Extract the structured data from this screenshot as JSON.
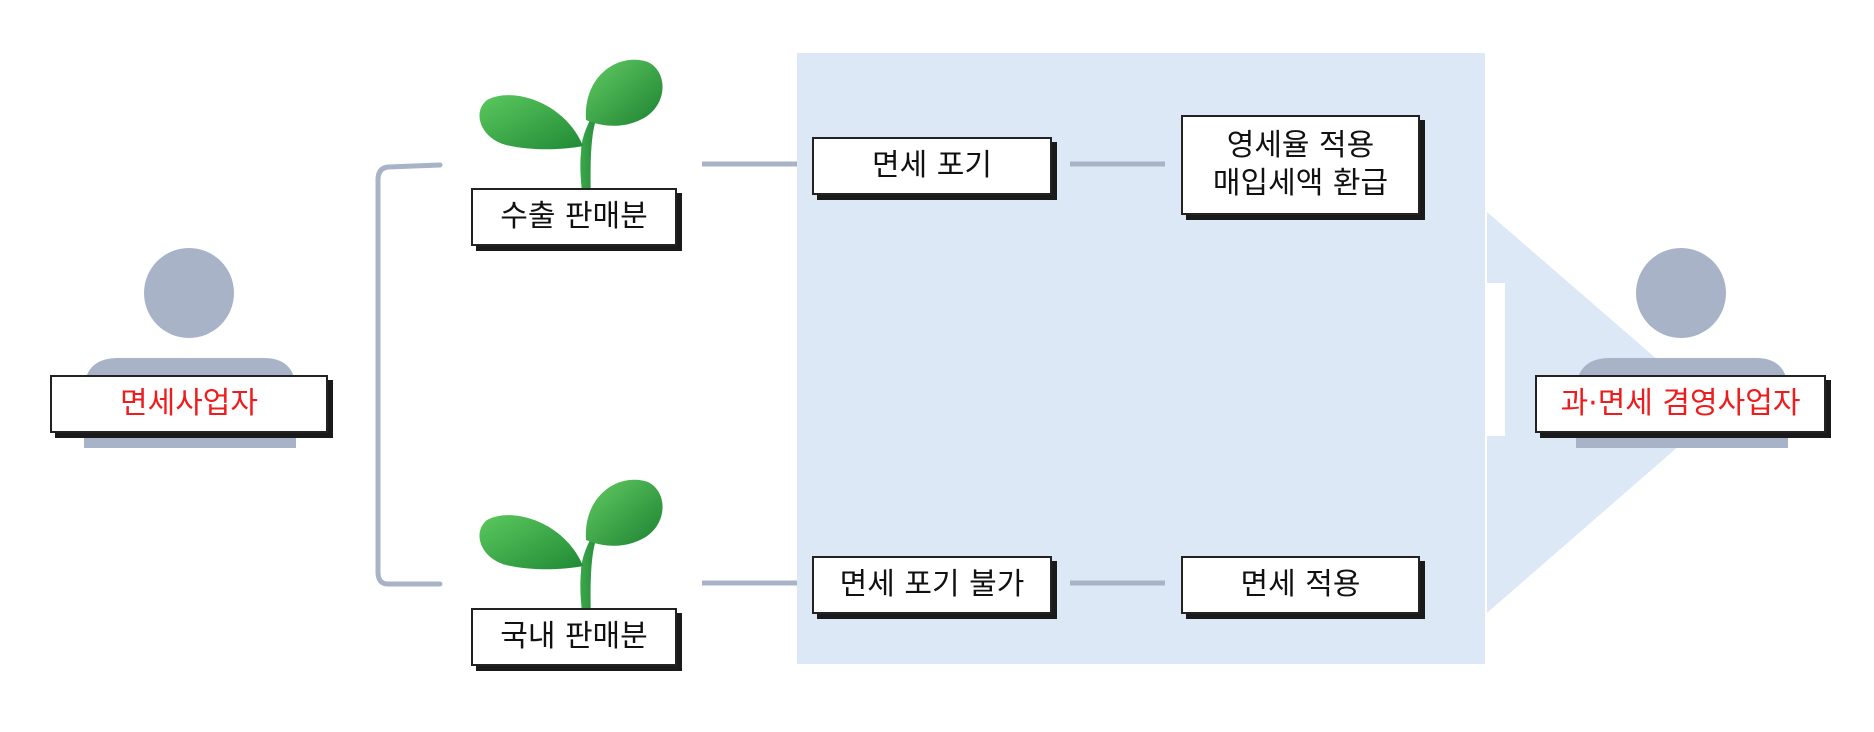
{
  "left_person": {
    "label": "면세사업자"
  },
  "right_person": {
    "label": "과·면세 겸영사업자"
  },
  "branches": {
    "export": {
      "category": "수출 판매분",
      "option": "면세 포기",
      "result_lines": [
        "영세율 적용",
        "매입세액 환급"
      ]
    },
    "domestic": {
      "category": "국내 판매분",
      "option": "면세 포기 불가",
      "result_lines": [
        "면세 적용"
      ]
    }
  },
  "colors": {
    "panel": "#dce8f5",
    "connector": "#a9b3c8",
    "person": "#a9b3c8",
    "highlight_text": "#ee1c1c",
    "leaf_light": "#5cc85e",
    "leaf_dark": "#1f8a35"
  },
  "icons": {
    "person": "person-icon",
    "sprout": "sprout-icon",
    "arrow": "arrow-right-icon"
  }
}
